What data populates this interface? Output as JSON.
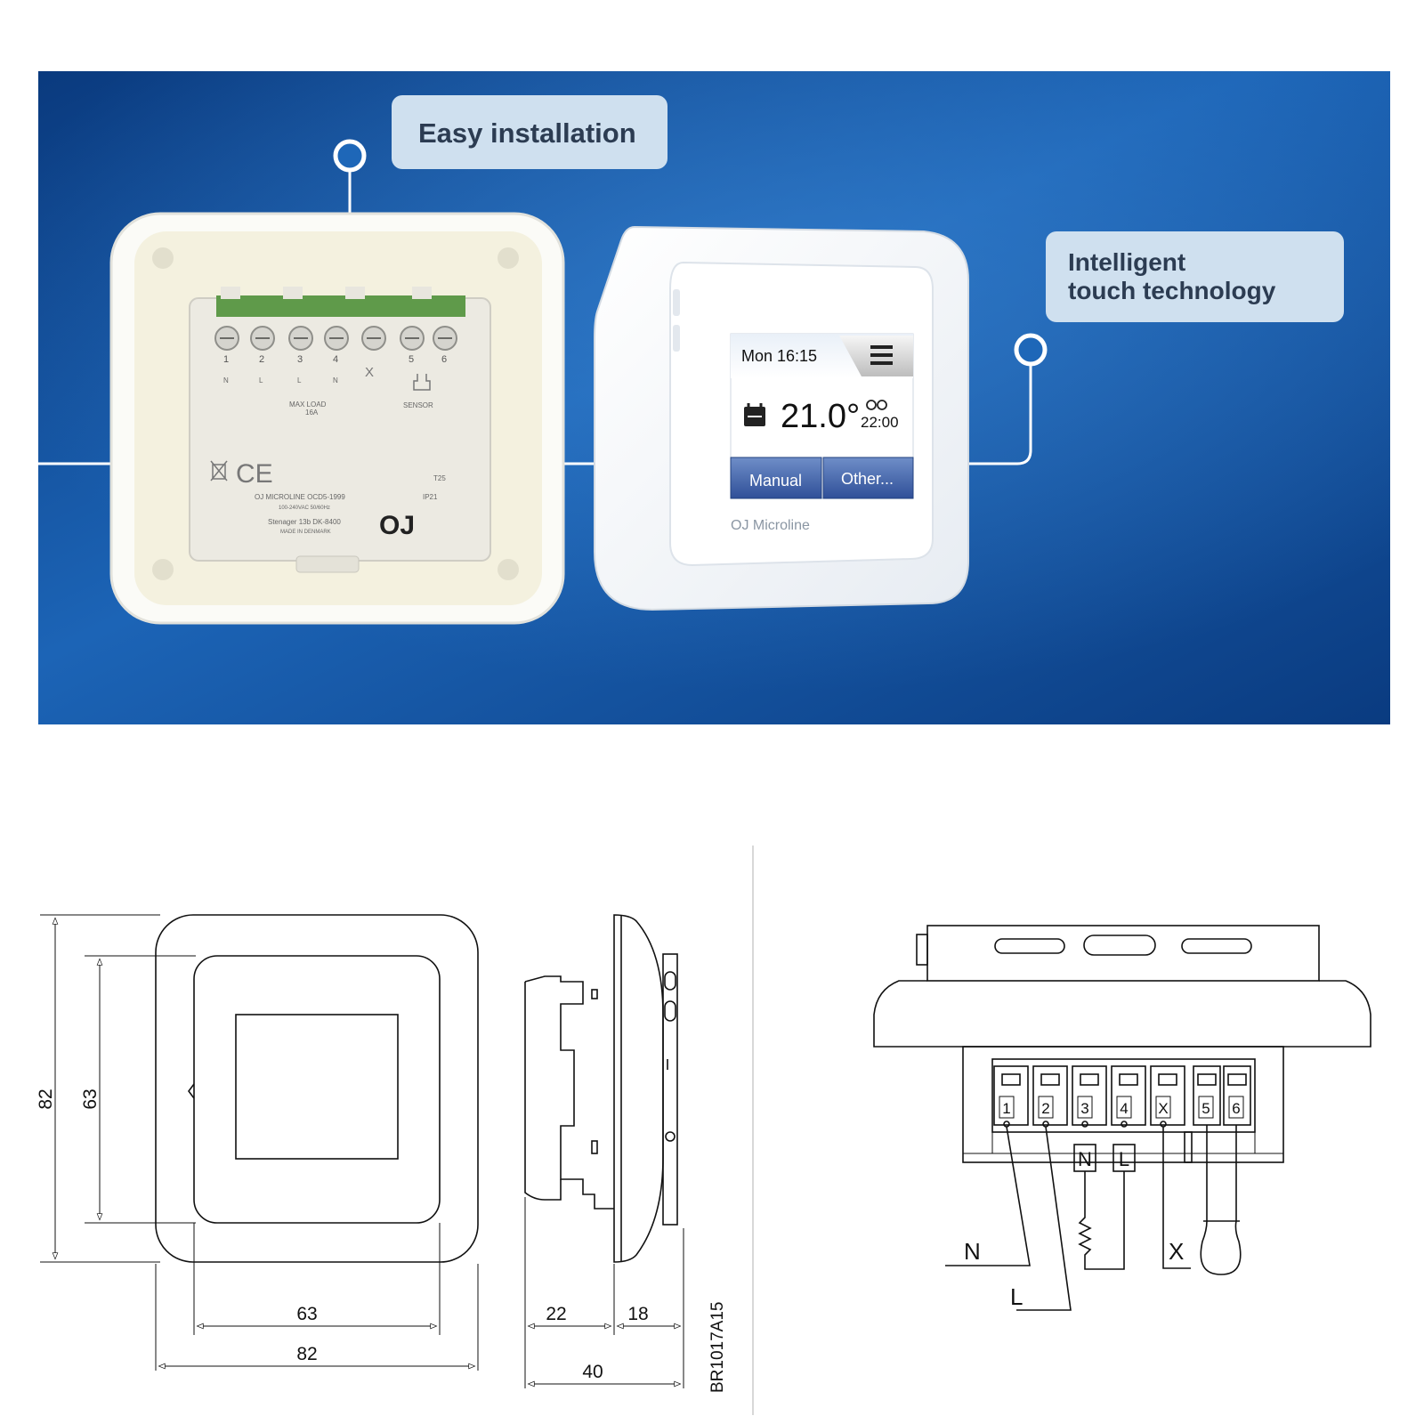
{
  "banner": {
    "callout_left": "Easy installation",
    "callout_right_line1": "Intelligent",
    "callout_right_line2": "touch technology",
    "colors": {
      "banner_dark": "#0b3f86",
      "banner_mid": "#1e67b8",
      "callout_bg": "#cfe0ef",
      "accent": "#0b57b0"
    }
  },
  "back_module": {
    "terminal_numbers": [
      "1",
      "2",
      "3",
      "4",
      "5",
      "6"
    ],
    "terminal_letters": [
      "N",
      "L",
      "L",
      "N"
    ],
    "x_mark": "X",
    "max_load": "MAX LOAD",
    "max_load_value": "16A",
    "sensor": "SENSOR",
    "model_code": "T25",
    "product_line": "OJ MICROLINE OCD5-1999",
    "ip_rating": "IP21",
    "voltage": "100-240VAC 50/60Hz",
    "address": "Stenager 13b DK-8400",
    "made_in": "MADE IN DENMARK",
    "ce_mark": "CE",
    "logo_text": "OJ"
  },
  "thermostat": {
    "day_time": "Mon 16:15",
    "temperature": "21.0°",
    "next_time": "22:00",
    "button_manual": "Manual",
    "button_other": "Other...",
    "brand": "OJ Microline"
  },
  "drawings": {
    "front_height_outer": "82",
    "front_height_inner": "63",
    "front_width_inner": "63",
    "front_width_outer": "82",
    "side_depth_back": "22",
    "side_depth_front": "18",
    "side_depth_total": "40",
    "drawing_code": "BR1017A15",
    "wiring_terminals": [
      "1",
      "2",
      "3",
      "4",
      "X",
      "5",
      "6"
    ],
    "wiring_box_n": "N",
    "wiring_box_l": "L",
    "wire_n": "N",
    "wire_l": "L",
    "wire_x": "X"
  }
}
